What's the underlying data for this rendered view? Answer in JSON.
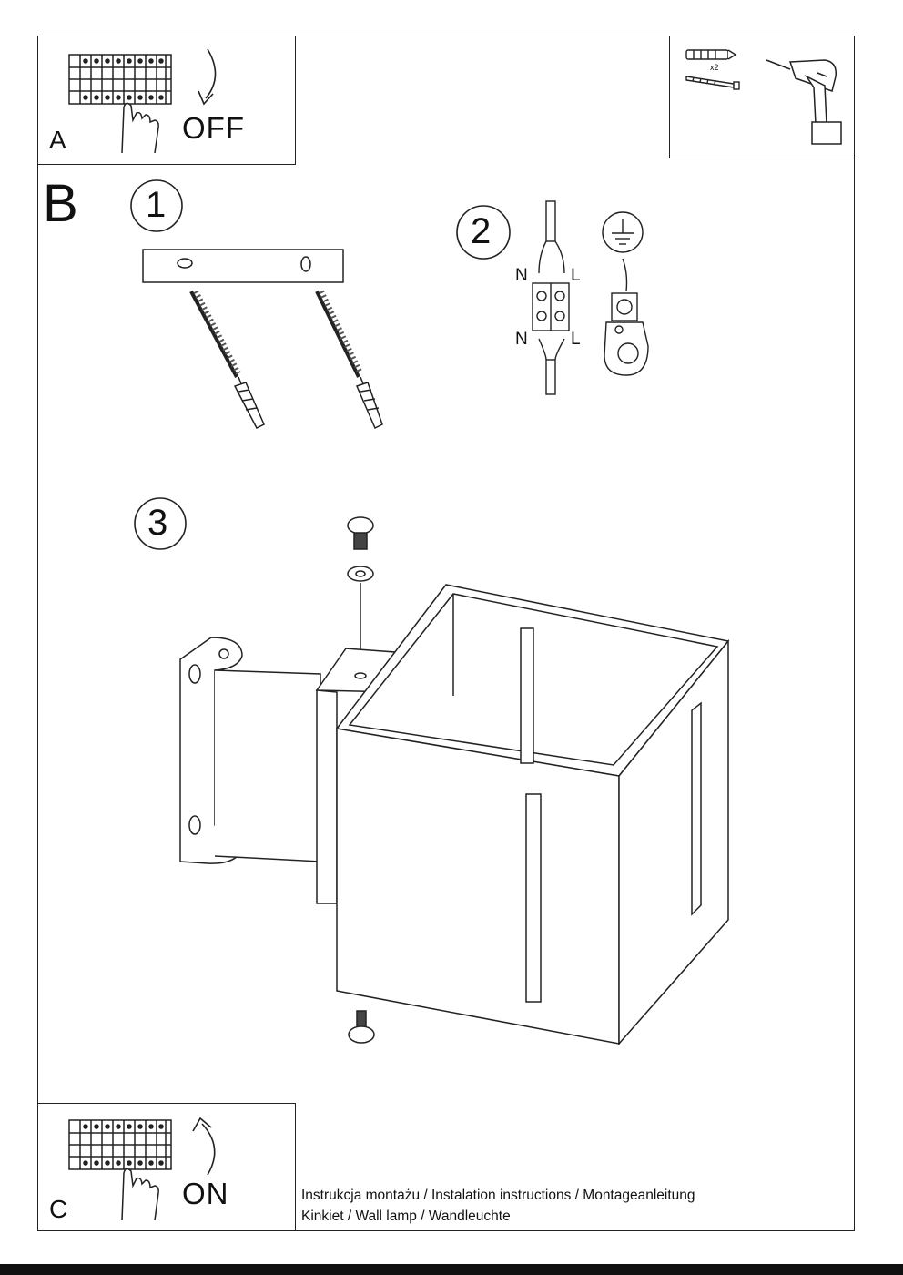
{
  "sections": {
    "a": {
      "letter": "A",
      "action": "OFF"
    },
    "b": {
      "letter": "B",
      "steps": [
        "1",
        "2",
        "3"
      ]
    },
    "c": {
      "letter": "C",
      "action": "ON"
    }
  },
  "tools": {
    "quantity": "x2"
  },
  "wiring": {
    "neutral": "N",
    "live": "L"
  },
  "caption": {
    "line1": "Instrukcja montażu / Instalation instructions / Montageanleitung",
    "line2": "Kinkiet  / Wall lamp / Wandleuchte"
  }
}
